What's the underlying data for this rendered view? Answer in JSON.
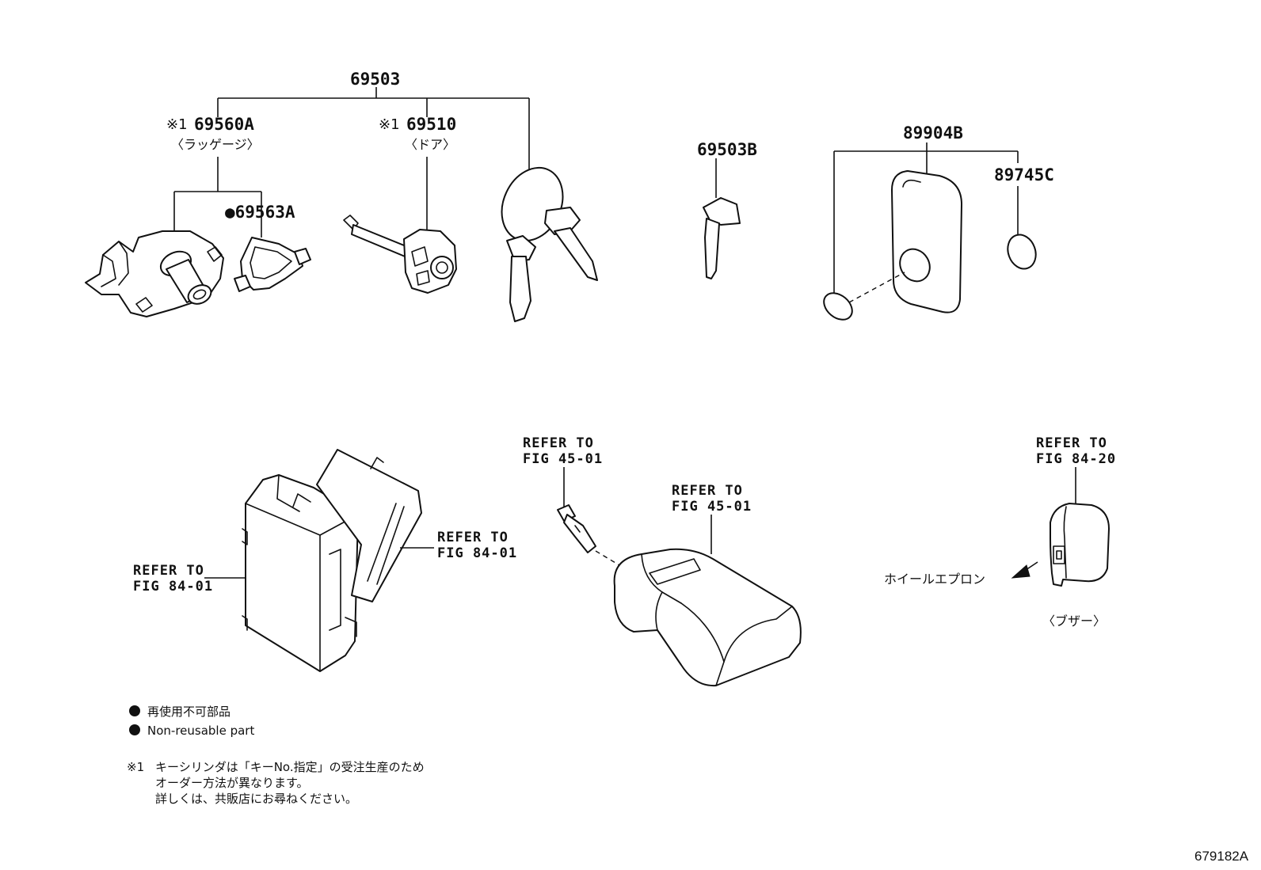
{
  "labels": {
    "p69503": "69503",
    "p69560A": "69560A",
    "p69560A_note": "※1",
    "p69560A_sub": "〈ラッゲージ〉",
    "p69563A": "●69563A",
    "p69510": "69510",
    "p69510_note": "※1",
    "p69510_sub": "〈ドア〉",
    "p69503B": "69503B",
    "p89904B": "89904B",
    "p89745C": "89745C"
  },
  "refs": {
    "ref1_line1": "REFER TO",
    "ref1_line2": "FIG 45-01",
    "ref2_line1": "REFER TO",
    "ref2_line2": "FIG 45-01",
    "ref3_line1": "REFER TO",
    "ref3_line2": "FIG 84-20",
    "ref4_line1": "REFER TO",
    "ref4_line2": "FIG 84-01",
    "ref5_line1": "REFER TO",
    "ref5_line2": "FIG 84-01"
  },
  "buzzer": {
    "direction_label": "ホイールエプロン",
    "sub_label": "〈ブザー〉"
  },
  "legend": {
    "line1": "再使用不可部品",
    "line2": "Non-reusable part"
  },
  "footnote": {
    "mark": "※1",
    "line1": "キーシリンダは「キーNo.指定」の受注生産のため",
    "line2": "オーダー方法が異なります。",
    "line3": "詳しくは、共販店にお尋ねください。"
  },
  "figure_number": "679182A"
}
